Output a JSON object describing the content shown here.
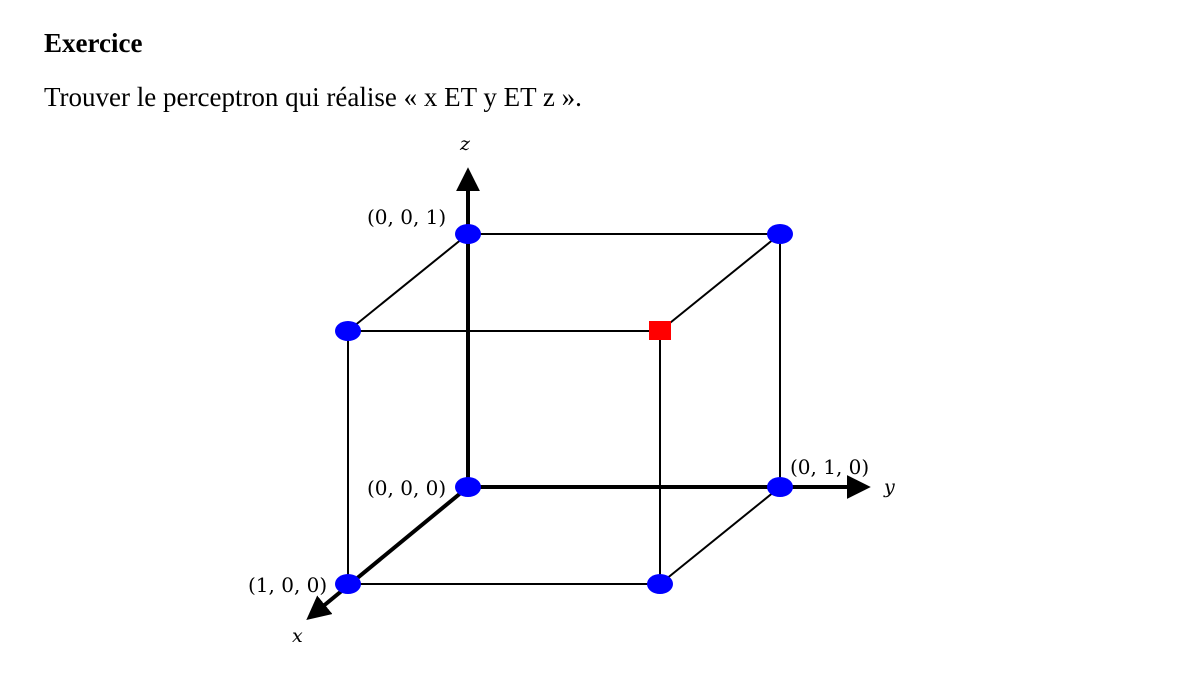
{
  "exercise": {
    "title": "Exercice",
    "statement": "Trouver le perceptron qui réalise « x ET y ET z »."
  },
  "figure": {
    "axis_labels": {
      "x": "x",
      "y": "y",
      "z": "z"
    },
    "vertex_labels": {
      "origin": "(0, 0, 0)",
      "x_unit": "(1, 0, 0)",
      "y_unit": "(0, 1, 0)",
      "z_unit": "(0, 0, 1)"
    },
    "colors": {
      "false_point": "#0000ff",
      "true_point": "#ff0000",
      "edges": "#000000"
    },
    "markers": {
      "false_point_shape": "circle",
      "true_point_shape": "square"
    }
  }
}
